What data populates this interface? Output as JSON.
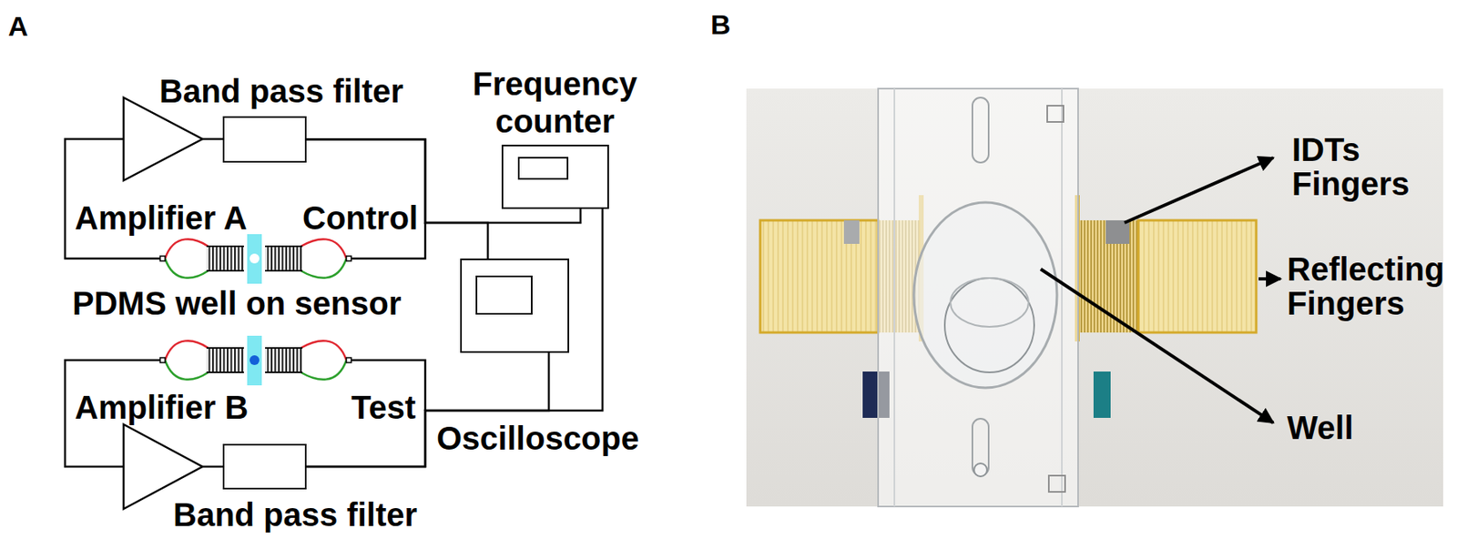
{
  "diagram": {
    "nodes": [
      {
        "text": [
          "Band pass filter"
        ]
      },
      {
        "text": [
          "Frequency counter"
        ]
      },
      {
        "text": [
          "Oscilloscope"
        ]
      },
      {
        "text": [
          "Band pass filter"
        ]
      }
    ],
    "edges": [
      {
        "from": 0,
        "to": 1,
        "arrow": "none"
      },
      {
        "from": 0,
        "to": 2,
        "arrow": "none"
      },
      {
        "from": 3,
        "to": 1,
        "arrow": "none"
      },
      {
        "from": 3,
        "to": 2,
        "arrow": "none"
      }
    ],
    "labels": [
      "A",
      "Amplifier A",
      "Control",
      "PDMS well on sensor",
      "Amplifier B",
      "Test",
      "B",
      "IDTs Fingers",
      "Reflecting Fingers",
      "Well"
    ]
  }
}
